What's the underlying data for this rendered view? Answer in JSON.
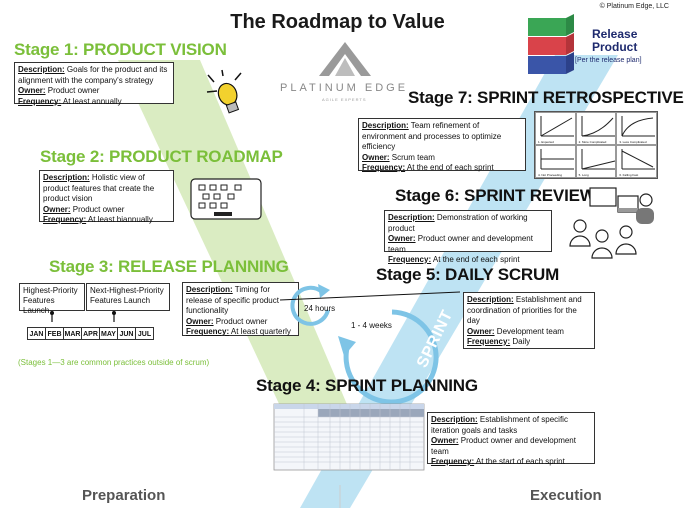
{
  "copyright": "© Platinum Edge, LLC",
  "title": "The Roadmap to Value",
  "logo": {
    "name": "PLATINUM EDGE",
    "tagline": "AGILE EXPERTS"
  },
  "release": {
    "title_line1": "Release",
    "title_line2": "Product",
    "note": "[Per the release plan]"
  },
  "labels": {
    "description": "Description:",
    "owner": "Owner:",
    "frequency": "Frequency:"
  },
  "stages": [
    {
      "title": "Stage 1: PRODUCT VISION",
      "description": "Goals for the product and its alignment with the company's strategy",
      "owner": "Product owner",
      "frequency": "At least annually"
    },
    {
      "title": "Stage 2: PRODUCT ROADMAP",
      "description": "Holistic view of product features that create the product vision",
      "owner": "Product owner",
      "frequency": "At least biannually"
    },
    {
      "title": "Stage 3: RELEASE PLANNING",
      "description": "Timing for release of specific product functionality",
      "owner": "Product owner",
      "frequency": "At least quarterly"
    },
    {
      "title": "Stage 4: SPRINT PLANNING",
      "description": "Establishment of specific iteration goals and tasks",
      "owner": "Product owner and development team",
      "frequency": "At the start of each sprint"
    },
    {
      "title": "Stage 5: DAILY SCRUM",
      "description": "Establishment and coordination of priorities for the day",
      "owner": "Development team",
      "frequency": "Daily"
    },
    {
      "title": "Stage 6: SPRINT REVIEW",
      "description": "Demonstration of working product",
      "owner": "Product owner and development team",
      "frequency": "At the end of each sprint"
    },
    {
      "title": "Stage 7: SPRINT RETROSPECTIVE",
      "description": "Team refinement of environment and processes to optimize efficiency",
      "owner": "Scrum team",
      "frequency": "At the end of each sprint"
    }
  ],
  "release_plan": {
    "highest": "Highest-Priority Features Launch",
    "next": "Next-Highest-Priority Features Launch",
    "months": [
      "JAN",
      "FEB",
      "MAR",
      "APR",
      "MAY",
      "JUN",
      "JUL"
    ]
  },
  "cycle": {
    "day": "24 hours",
    "sprint_length": "1 - 4 weeks",
    "sprint_word": "SPRINT"
  },
  "retro_cells": [
    "1. Expected",
    "2. More Complicated",
    "3. Less Complicated",
    "4. Not Proceeding",
    "5. Long",
    "6. Falling Fast"
  ],
  "note": "(Stages 1—3 are common practices outside of scrum)",
  "footer": {
    "left": "Preparation",
    "right": "Execution"
  },
  "colors": {
    "green": "#7bbf3a",
    "blue": "#9fd4ee",
    "release_green": "#3aa655",
    "release_red": "#d9434a",
    "release_blue": "#3a55a8"
  }
}
